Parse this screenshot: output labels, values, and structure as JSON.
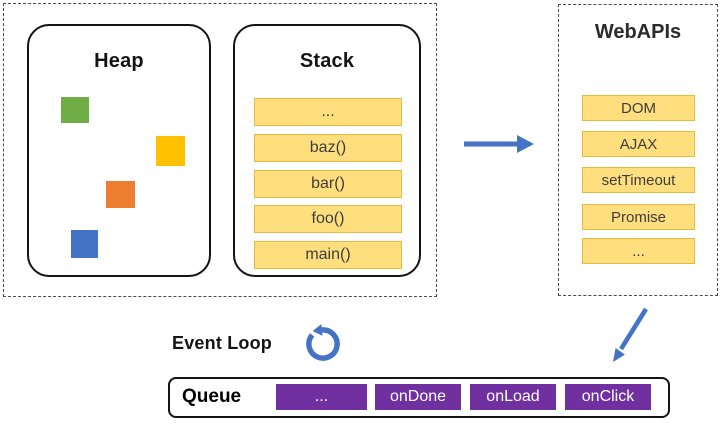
{
  "panels": {
    "runtime": {
      "heap": {
        "title": "Heap",
        "square_colors": [
          "#70AD47",
          "#FFC000",
          "#ED7D31",
          "#4472C4"
        ]
      },
      "stack": {
        "title": "Stack",
        "frames": [
          "...",
          "baz()",
          "bar()",
          "foo()",
          "main()"
        ]
      }
    },
    "webapis": {
      "title": "WebAPIs",
      "items": [
        "DOM",
        "AJAX",
        "setTimeout",
        "Promise",
        "..."
      ]
    }
  },
  "event_loop": {
    "label": "Event Loop",
    "icon": "counterclockwise-circular-arrow"
  },
  "queue": {
    "label": "Queue",
    "tasks": [
      "...",
      "onDone",
      "onLoad",
      "onClick"
    ]
  },
  "colors": {
    "arrow_blue": "#4472C4",
    "heap_green": "#70AD47",
    "heap_gold": "#FFC000",
    "heap_orange": "#ED7D31",
    "heap_blue": "#4472C4",
    "bar_fill": "#FFDF7D",
    "bar_border": "#E9B93F",
    "task_purple": "#7030A0"
  }
}
